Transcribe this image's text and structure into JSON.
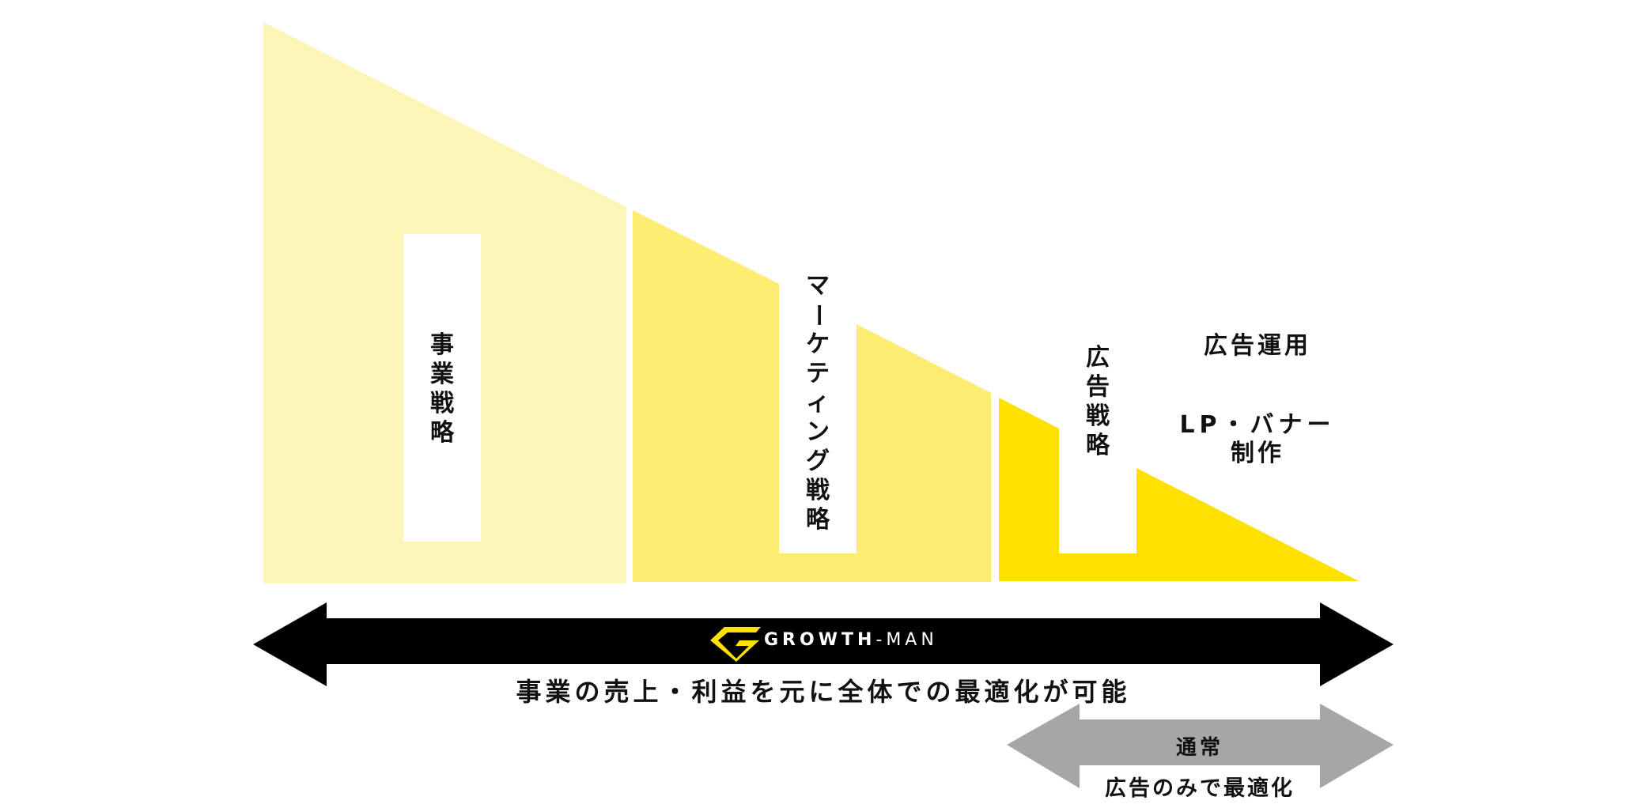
{
  "colors": {
    "stage1": "#FDF5B5",
    "stage2": "#FCEC72",
    "stage3": "#FFE100",
    "arrow_main": "#000000",
    "arrow_normal": "#A6A6A6",
    "logo_accent": "#FFE100",
    "text": "#111111",
    "logo_text": "#FFFFFF"
  },
  "stages": [
    {
      "label": "事業戦略",
      "chars": [
        "事",
        "業",
        "戦",
        "略"
      ]
    },
    {
      "label": "マーケティング戦略",
      "chars": [
        "マ",
        "ー",
        "ケ",
        "テ",
        "ィ",
        "ン",
        "グ",
        "戦",
        "略"
      ]
    },
    {
      "label": "広告戦略",
      "chars": [
        "広",
        "告",
        "戦",
        "略"
      ]
    }
  ],
  "side_labels": {
    "ad_operation": "広告運用",
    "lp_banner_line1": "LP・バナー",
    "lp_banner_line2": "制作"
  },
  "main_arrow": {
    "logo_text_bold": "GROWTH",
    "logo_text_light": "-MAN",
    "caption": "事業の売上・利益を元に全体での最適化が可能"
  },
  "normal_arrow": {
    "label": "通常",
    "caption": "広告のみで最適化"
  }
}
